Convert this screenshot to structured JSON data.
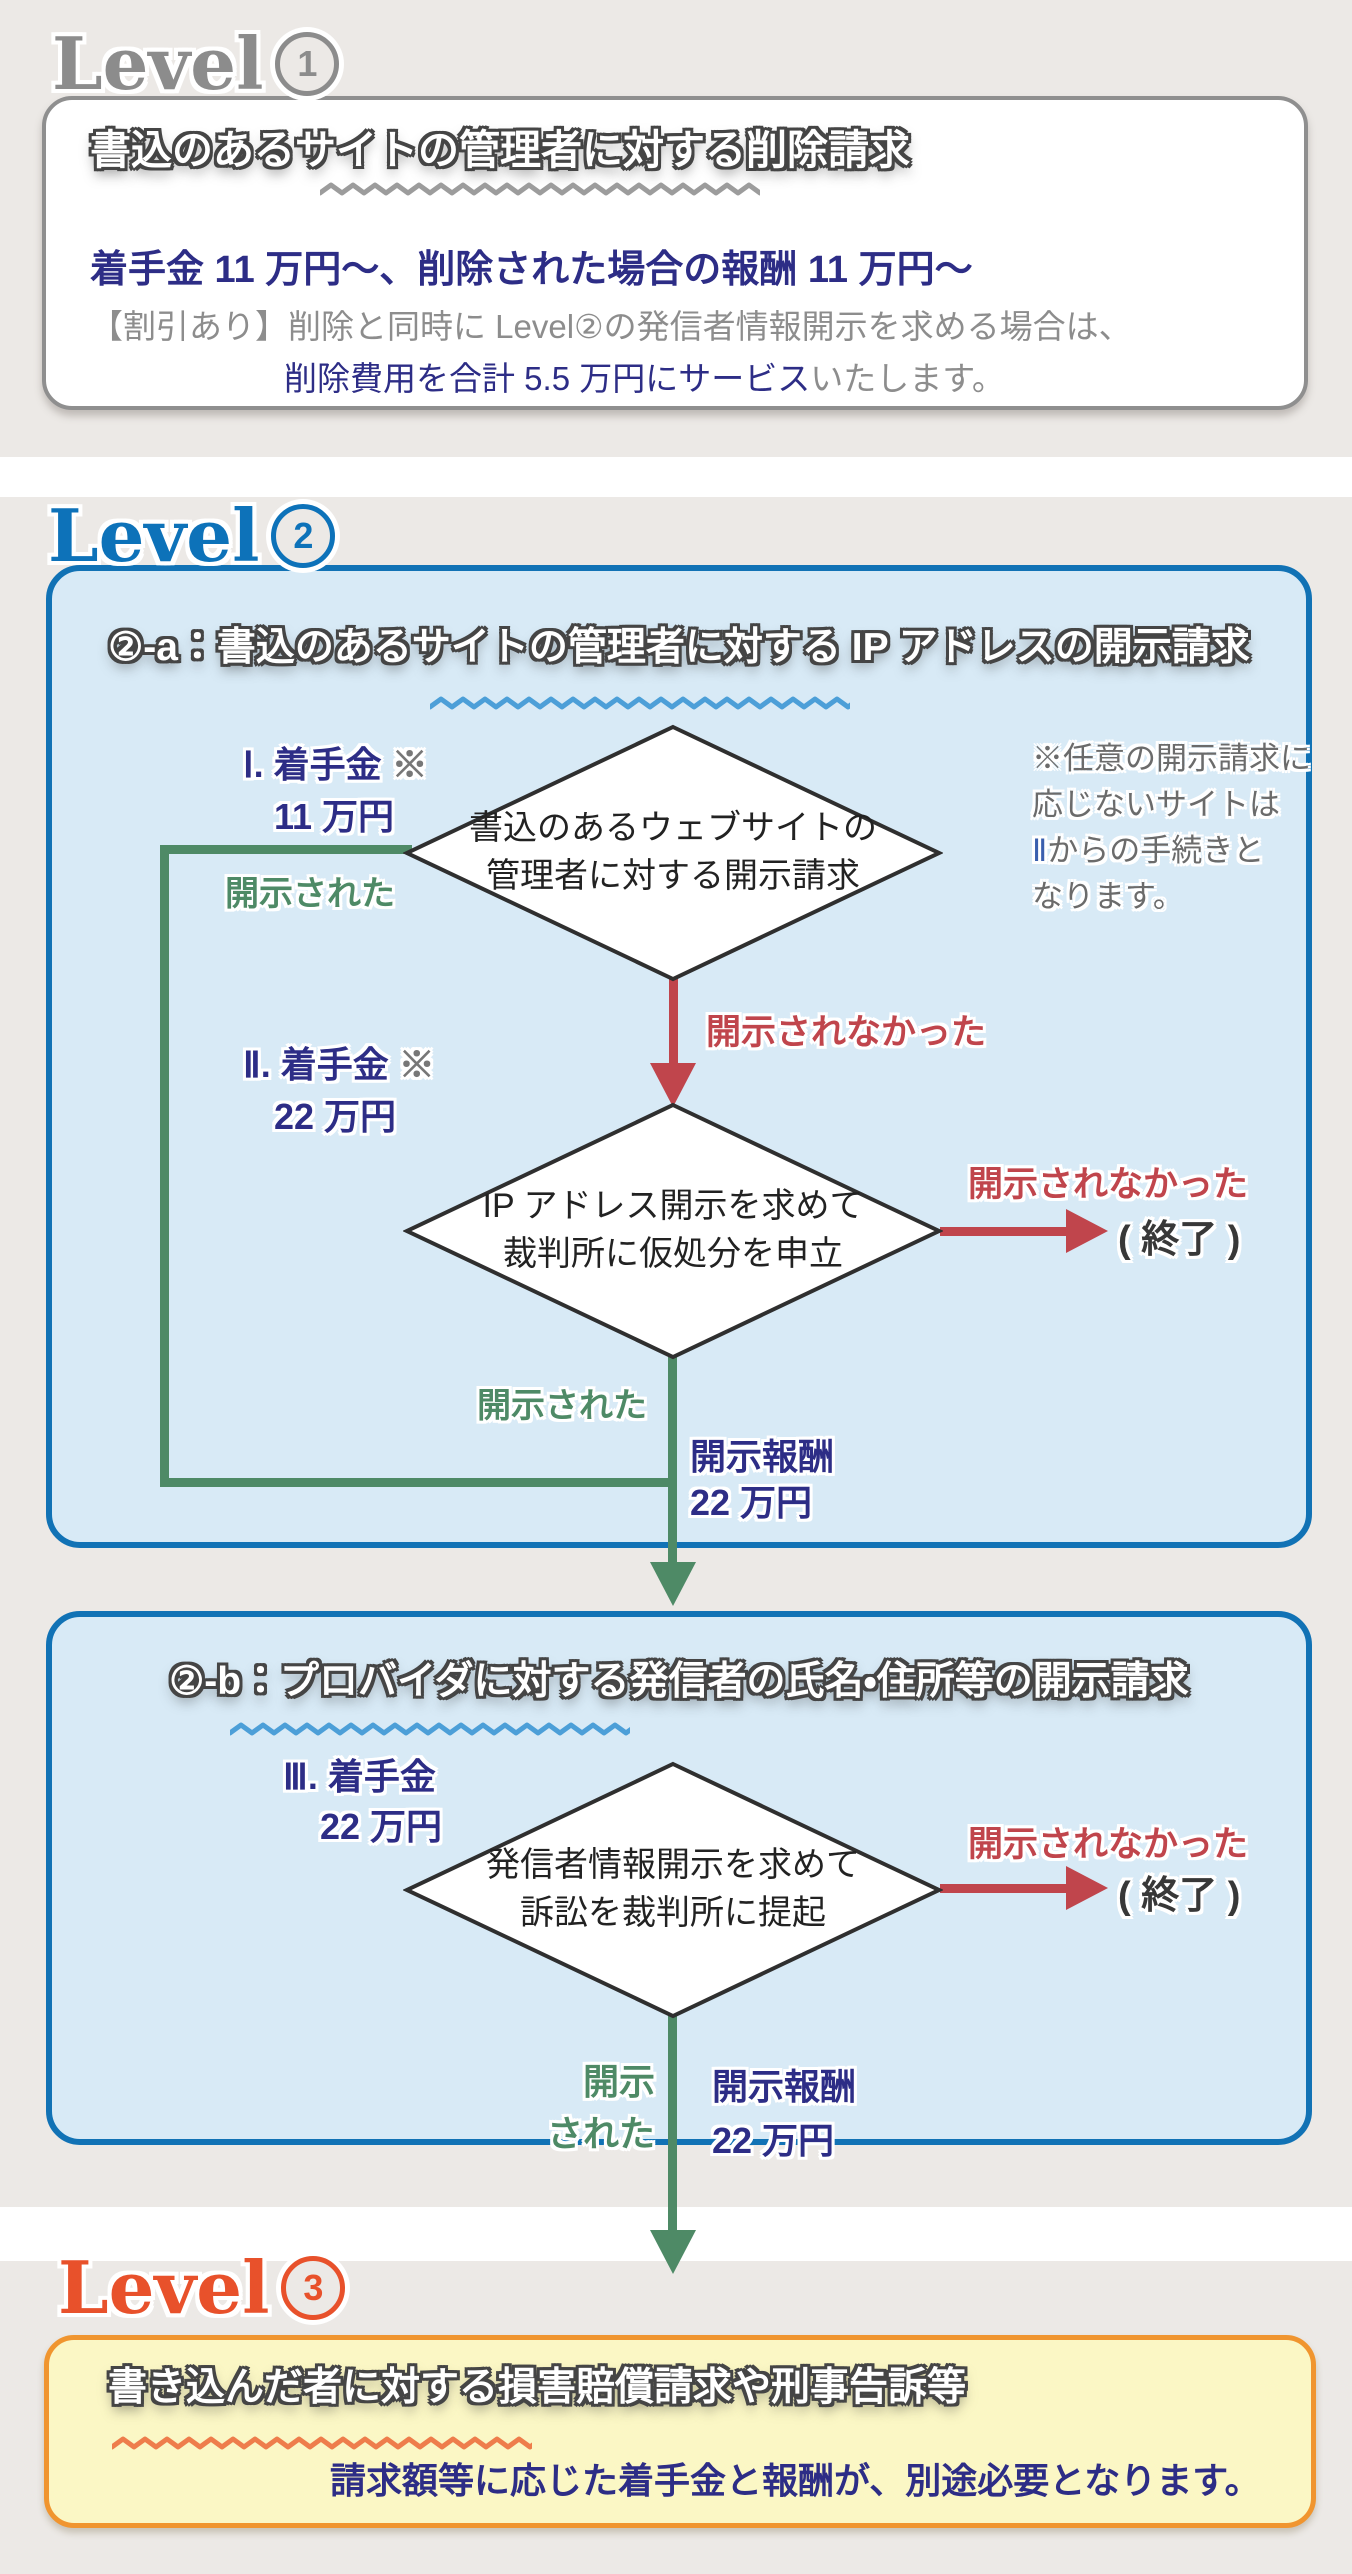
{
  "colors": {
    "background": "#ece9e6",
    "navy_text": "#2d2d86",
    "gray_text": "#8d8d8d",
    "level1_gray": "#8c8c8c",
    "level2_blue": "#0d72b9",
    "level3_orange": "#e8512b",
    "panel_border_blue": "#1172b5",
    "panel_fill_blue": "#d8eaf6",
    "panel_border_orange": "#f0952f",
    "panel_fill_yellow": "#fbf7c5",
    "flow_green": "#4e8a66",
    "flow_red": "#c0454c"
  },
  "level1": {
    "logo_text": "Level",
    "logo_number": "1",
    "heading": "書込のあるサイトの管理者に対する削除請求",
    "price_line": "着手金 11 万円〜、削除された場合の報酬 11 万円〜",
    "discount_line1": "【割引あり】削除と同時に Level②の発信者情報開示を求める場合は、",
    "discount_line2_em": "削除費用を合計 5.5 万円にサービス",
    "discount_line2_tail": "いたします。"
  },
  "level2": {
    "logo_text": "Level",
    "logo_number": "2",
    "box_a": {
      "heading": "②-a：書込のあるサイトの管理者に対する IP アドレスの開示請求",
      "step1": {
        "label": "Ⅰ. 着手金",
        "mark": "※",
        "price": "11 万円"
      },
      "diamond1": {
        "line1": "書込のあるウェブサイトの",
        "line2": "管理者に対する開示請求"
      },
      "note": {
        "line1": "※任意の開示請求に",
        "line2": "応じないサイトは",
        "line3_roman": "Ⅱ",
        "line3_rest": "からの手続きと",
        "line4": "なります。"
      },
      "label_disclosed1": "開示された",
      "label_not_disclosed1": "開示されなかった",
      "step2": {
        "label": "Ⅱ. 着手金",
        "mark": "※",
        "price": "22 万円"
      },
      "diamond2": {
        "line1": "IP アドレス開示を求めて",
        "line2": "裁判所に仮処分を申立"
      },
      "label_not_disclosed2": "開示されなかった",
      "end_label": "( 終了 )",
      "label_disclosed2": "開示された",
      "reward": {
        "label": "開示報酬",
        "price": "22 万円"
      }
    },
    "box_b": {
      "heading": "②-b：プロバイダに対する発信者の氏名・住所等の開示請求",
      "step3": {
        "label": "Ⅲ. 着手金",
        "price": "22 万円"
      },
      "diamond3": {
        "line1": "発信者情報開示を求めて",
        "line2": "訴訟を裁判所に提起"
      },
      "label_not_disclosed": "開示されなかった",
      "end_label": "( 終了 )",
      "label_disclosed_l1": "開示",
      "label_disclosed_l2": "された",
      "reward": {
        "label": "開示報酬",
        "price": "22 万円"
      }
    }
  },
  "level3": {
    "logo_text": "Level",
    "logo_number": "3",
    "heading": "書き込んだ者に対する損害賠償請求や刑事告訴等",
    "body": "請求額等に応じた着手金と報酬が、別途必要となります。"
  }
}
